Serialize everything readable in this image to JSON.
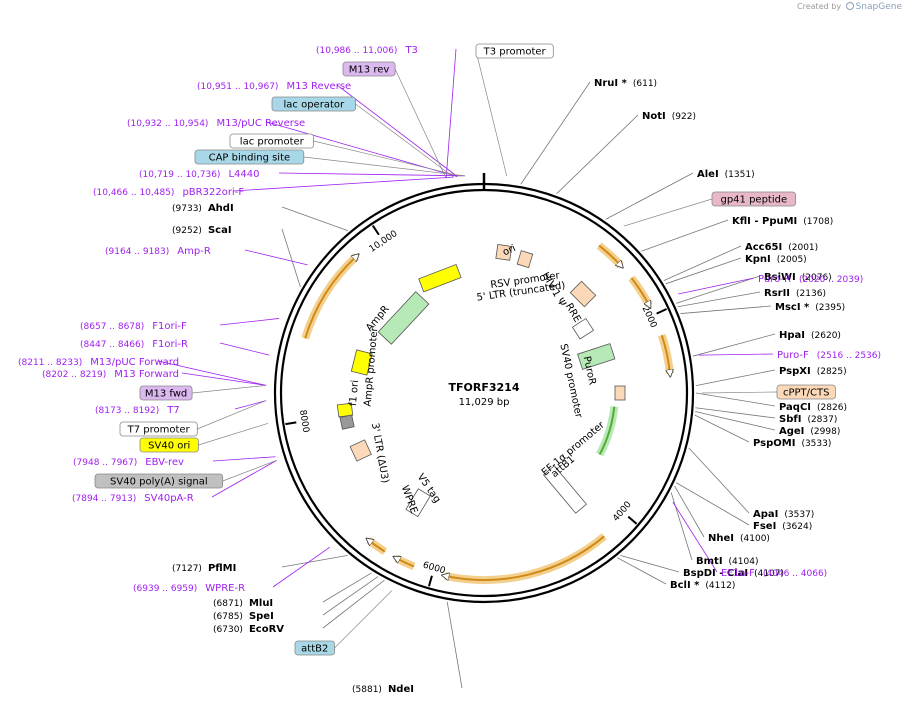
{
  "credit": {
    "prefix": "Created by",
    "brand": "SnapGene"
  },
  "plasmid": {
    "name": "TFORF3214",
    "size": "11,029 bp"
  },
  "colors": {
    "primer": "#a020f0",
    "site": "#000000",
    "backbone": "#000000",
    "arrow_orange": "#d18a16",
    "ori_yellow": "#ffff00",
    "green": "#b6e9b6"
  },
  "ticks": [
    "2000",
    "4000",
    "6000",
    "8000",
    "10,000"
  ],
  "sites": [
    {
      "name": "NruI *",
      "pos": "(611)",
      "side": "right"
    },
    {
      "name": "NotI",
      "pos": "(922)",
      "side": "right"
    },
    {
      "name": "AleI",
      "pos": "(1351)",
      "side": "right"
    },
    {
      "name": "KflI - PpuMI",
      "pos": "(1708)",
      "side": "right"
    },
    {
      "name": "Acc65I",
      "pos": "(2001)",
      "side": "right"
    },
    {
      "name": "KpnI",
      "pos": "(2005)",
      "side": "right"
    },
    {
      "name": "BsiWI",
      "pos": "(2076)",
      "side": "right"
    },
    {
      "name": "RsrII",
      "pos": "(2136)",
      "side": "right"
    },
    {
      "name": "MscI *",
      "pos": "(2395)",
      "side": "right"
    },
    {
      "name": "HpaI",
      "pos": "(2620)",
      "side": "right"
    },
    {
      "name": "PspXI",
      "pos": "(2825)",
      "side": "right"
    },
    {
      "name": "PaqCI",
      "pos": "(2826)",
      "side": "right"
    },
    {
      "name": "SbfI",
      "pos": "(2837)",
      "side": "right"
    },
    {
      "name": "AgeI",
      "pos": "(2998)",
      "side": "right"
    },
    {
      "name": "PspOMI",
      "pos": "(3533)",
      "side": "right"
    },
    {
      "name": "ApaI",
      "pos": "(3537)",
      "side": "right"
    },
    {
      "name": "FseI",
      "pos": "(3624)",
      "side": "right"
    },
    {
      "name": "NheI",
      "pos": "(4100)",
      "side": "right"
    },
    {
      "name": "BmtI",
      "pos": "(4104)",
      "side": "right"
    },
    {
      "name": "BspDI - ClaI",
      "pos": "(4107)",
      "side": "right"
    },
    {
      "name": "BclI *",
      "pos": "(4112)",
      "side": "right"
    },
    {
      "name": "NdeI",
      "pos": "(5881)",
      "side": "left"
    },
    {
      "name": "EcoRV",
      "pos": "(6730)",
      "side": "left"
    },
    {
      "name": "SpeI",
      "pos": "(6785)",
      "side": "left"
    },
    {
      "name": "MluI",
      "pos": "(6871)",
      "side": "left"
    },
    {
      "name": "PflMI",
      "pos": "(7127)",
      "side": "left"
    },
    {
      "name": "ScaI",
      "pos": "(9252)",
      "side": "left"
    },
    {
      "name": "AhdI",
      "pos": "(9733)",
      "side": "left"
    }
  ],
  "primers": [
    {
      "name": "T3",
      "pos": "(10,986 .. 11,006)"
    },
    {
      "name": "M13 Reverse",
      "pos": "(10,951 .. 10,967)"
    },
    {
      "name": "M13/pUC Reverse",
      "pos": "(10,932 .. 10,954)"
    },
    {
      "name": "L4440",
      "pos": "(10,719 .. 10,736)"
    },
    {
      "name": "pBR322ori-F",
      "pos": "(10,466 .. 10,485)"
    },
    {
      "name": "Amp-R",
      "pos": "(9164 .. 9183)"
    },
    {
      "name": "F1ori-F",
      "pos": "(8657 .. 8678)"
    },
    {
      "name": "F1ori-R",
      "pos": "(8447 .. 8466)"
    },
    {
      "name": "M13/pUC Forward",
      "pos": "(8211 .. 8233)"
    },
    {
      "name": "M13 Forward",
      "pos": "(8202 .. 8219)"
    },
    {
      "name": "T7",
      "pos": "(8173 .. 8192)"
    },
    {
      "name": "EBV-rev",
      "pos": "(7948 .. 7967)"
    },
    {
      "name": "SV40pA-R",
      "pos": "(7894 .. 7913)"
    },
    {
      "name": "WPRE-R",
      "pos": "(6939 .. 6959)"
    },
    {
      "name": "Puro-R",
      "pos": "(2020 .. 2039)"
    },
    {
      "name": "Puro-F",
      "pos": "(2516 .. 2536)"
    },
    {
      "name": "EF1a-F",
      "pos": "(4046 .. 4066)"
    }
  ],
  "boxed": [
    {
      "name": "T3 promoter"
    },
    {
      "name": "M13 rev"
    },
    {
      "name": "lac operator"
    },
    {
      "name": "lac promoter"
    },
    {
      "name": "CAP binding site"
    },
    {
      "name": "gp41 peptide"
    },
    {
      "name": "cPPT/CTS"
    },
    {
      "name": "M13 fwd"
    },
    {
      "name": "T7 promoter"
    },
    {
      "name": "SV40 ori"
    },
    {
      "name": "SV40 poly(A) signal"
    },
    {
      "name": "attB2"
    }
  ],
  "features": [
    {
      "name": "ori"
    },
    {
      "name": "RSV promoter"
    },
    {
      "name": "5' LTR (truncated)"
    },
    {
      "name": "HIV-1 Ψ"
    },
    {
      "name": "RRE"
    },
    {
      "name": "PuroR"
    },
    {
      "name": "SV40 promoter"
    },
    {
      "name": "EF-1α promoter"
    },
    {
      "name": "attB1"
    },
    {
      "name": "V5 tag"
    },
    {
      "name": "WPRE"
    },
    {
      "name": "3' LTR (ΔU3)"
    },
    {
      "name": "f1 ori"
    },
    {
      "name": "AmpR promoter"
    },
    {
      "name": "AmpR"
    }
  ]
}
